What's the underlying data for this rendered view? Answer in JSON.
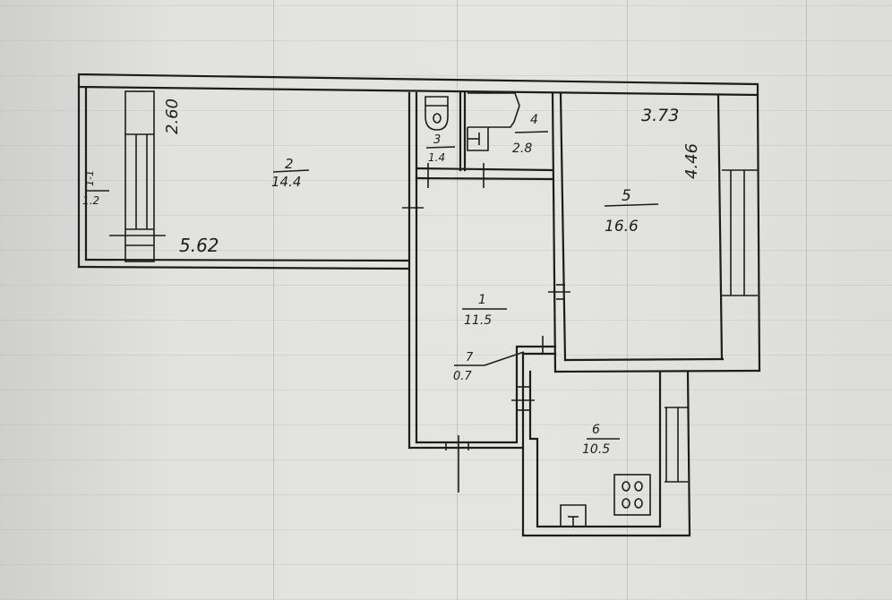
{
  "document": {
    "type": "apartment floor plan (hand-drawn)",
    "rooms": [
      {
        "number": "1",
        "area": "11.5"
      },
      {
        "number": "2",
        "area": "14.4"
      },
      {
        "number": "3",
        "area": "1.4"
      },
      {
        "number": "4",
        "area": "2.8"
      },
      {
        "number": "5",
        "area": "16.6"
      },
      {
        "number": "6",
        "area": "10.5"
      },
      {
        "number": "7",
        "area": "0.7"
      },
      {
        "number": "1-1",
        "area": "1.2"
      }
    ],
    "dimensions": {
      "room2_depth": "2.60",
      "room2_length": "5.62",
      "room5_width": "3.73",
      "room5_length": "4.46"
    },
    "fixtures": [
      "toilet",
      "stove",
      "sink"
    ]
  },
  "colors": {
    "ink": "#1c1c1c",
    "paper": "#e2e2df"
  }
}
